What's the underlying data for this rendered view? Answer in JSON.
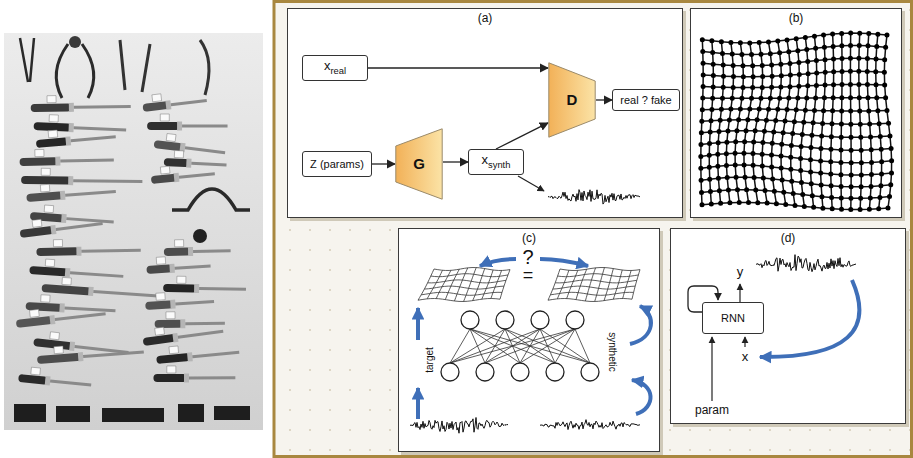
{
  "diagram": {
    "nodes": [
      {
        "text": [
          "(a)"
        ]
      },
      {
        "text": [
          "x",
          "real"
        ],
        "in": 0
      },
      {
        "text": [
          "Z (params)"
        ],
        "in": 0
      },
      {
        "text": [
          "G"
        ],
        "in": 0
      },
      {
        "text": [
          "x",
          "synth"
        ],
        "in": 0
      },
      {
        "text": [
          "D"
        ],
        "in": 0
      },
      {
        "text": [
          "real ? fake"
        ],
        "in": 0
      },
      {
        "text": [
          "(b)"
        ]
      },
      {
        "text": [
          "(c)"
        ]
      },
      {
        "text": [
          "(d)"
        ]
      },
      {
        "text": [
          "RNN"
        ],
        "in": 9
      }
    ],
    "edges": [
      {
        "from": 1,
        "to": 5,
        "arrow": "to"
      },
      {
        "from": 2,
        "to": 3,
        "arrow": "to"
      },
      {
        "from": 3,
        "to": 4,
        "arrow": "to"
      },
      {
        "from": 4,
        "to": 5,
        "arrow": "to"
      },
      {
        "from": 5,
        "to": 6,
        "arrow": "to"
      }
    ],
    "labels": [
      "?",
      "=",
      "target",
      "synthetic",
      "y",
      "x",
      "param"
    ]
  }
}
